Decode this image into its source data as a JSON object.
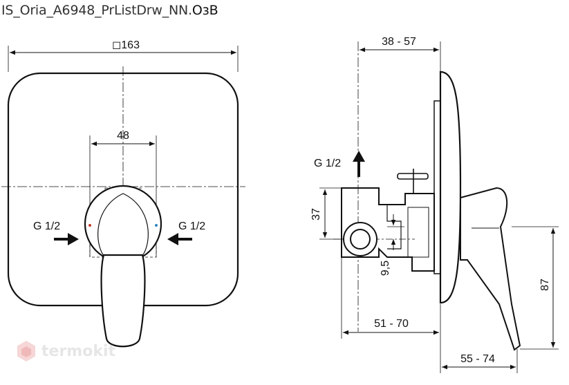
{
  "title": {
    "main": "IS_Oria_A6948_PrListDrw_NN.",
    "suffix": "ОзВ"
  },
  "front_view": {
    "dim_width": "◻163",
    "dim_lever": "48",
    "label_left": "G 1/2",
    "label_right": "G 1/2"
  },
  "side_view": {
    "dim_top": "38 - 57",
    "label_inlet": "G 1/2",
    "dim_37": "37",
    "dim_9_5": "9,5",
    "dim_51_70": "51 - 70",
    "dim_55_74": "55 - 74",
    "dim_87": "87"
  },
  "watermark": {
    "text": "termokit",
    "icon": "hexagon-logo-icon"
  }
}
